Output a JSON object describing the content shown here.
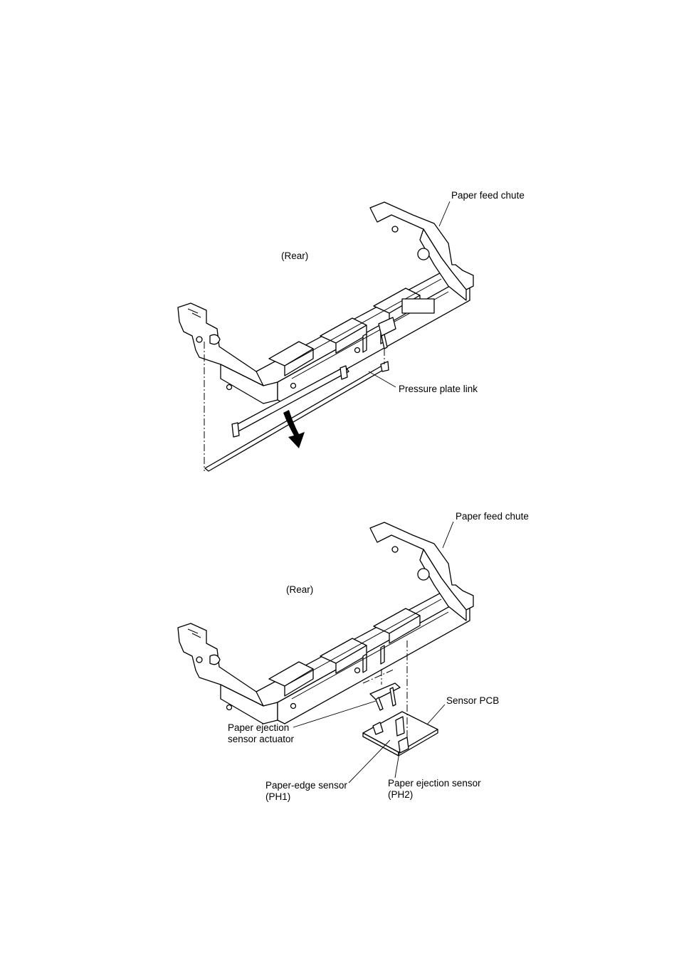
{
  "figure_top": {
    "labels": {
      "paper_feed_chute": "Paper feed chute",
      "rear": "(Rear)",
      "pressure_plate_link": "Pressure plate link"
    }
  },
  "figure_bottom": {
    "labels": {
      "paper_feed_chute": "Paper feed chute",
      "rear": "(Rear)",
      "sensor_pcb": "Sensor PCB",
      "paper_ejection_sensor_actuator_line1": "Paper ejection",
      "paper_ejection_sensor_actuator_line2": "sensor actuator",
      "paper_edge_sensor_line1": "Paper-edge sensor",
      "paper_edge_sensor_line2": "(PH1)",
      "paper_ejection_sensor_line1": "Paper ejection sensor",
      "paper_ejection_sensor_line2": "(PH2)"
    }
  }
}
